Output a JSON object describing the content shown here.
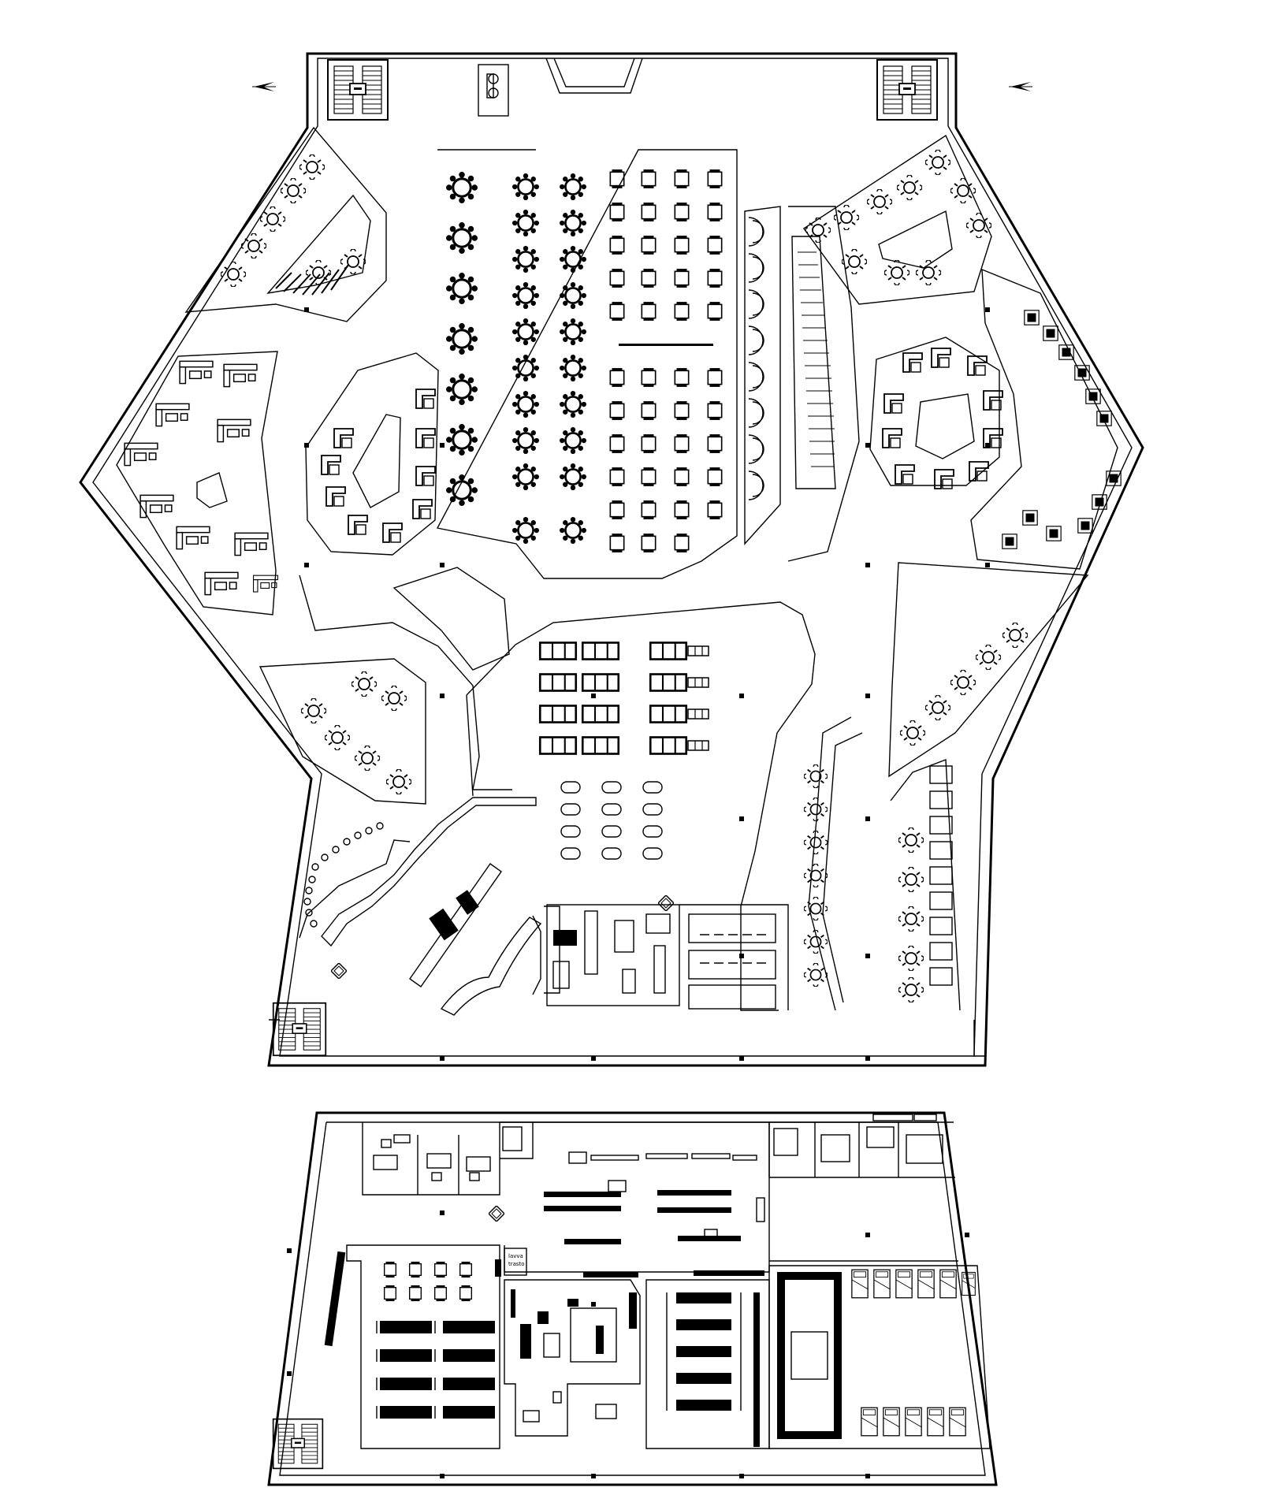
{
  "colors": {
    "background": "#ffffff",
    "line": "#000000"
  },
  "plans": [
    {
      "id": "upper-floor",
      "description_visible_text": []
    },
    {
      "id": "lower-floor",
      "description_visible_text": [
        "lavva",
        "trasto"
      ]
    }
  ],
  "labels": {
    "storage_line1": "lavva",
    "storage_line2": "trasto"
  },
  "icons": [
    "north-arrow-icon",
    "staircase-icon",
    "elevator-icon",
    "door-icon",
    "round-table-icon",
    "square-table-icon",
    "booth-icon",
    "sofa-set-icon",
    "bed-icon"
  ]
}
